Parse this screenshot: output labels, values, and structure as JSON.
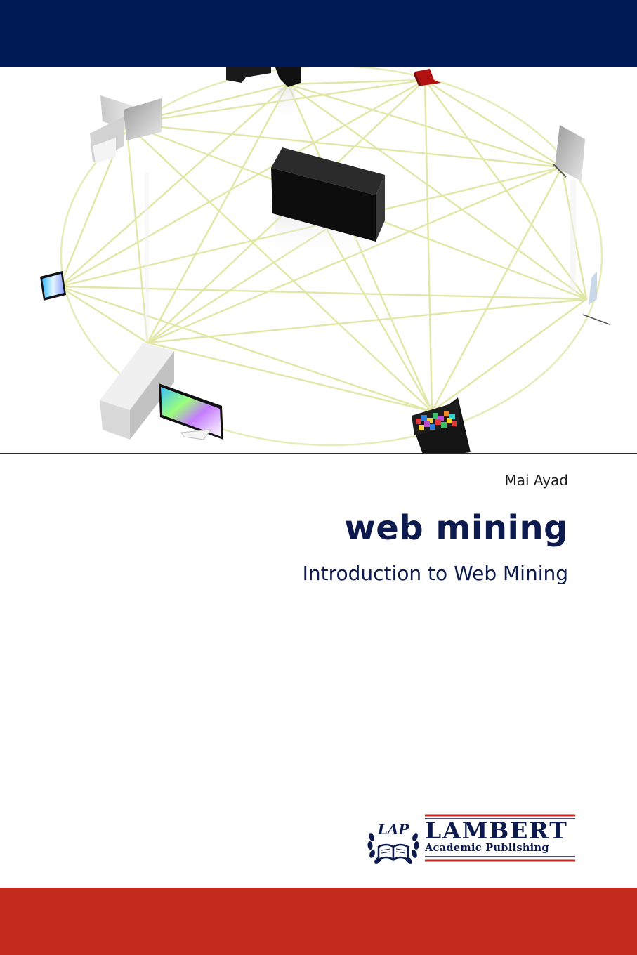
{
  "cover": {
    "author": "Mai Ayad",
    "title": "web mining",
    "subtitle": "Introduction to Web Mining"
  },
  "publisher": {
    "logo_letters": "LAP",
    "name": "LAMBERT",
    "subname": "Academic Publishing"
  },
  "colors": {
    "top_band": "#001a57",
    "bottom_band": "#c52a1e",
    "title_text": "#0d1a4d",
    "network_lines": "#e2e6a6"
  }
}
